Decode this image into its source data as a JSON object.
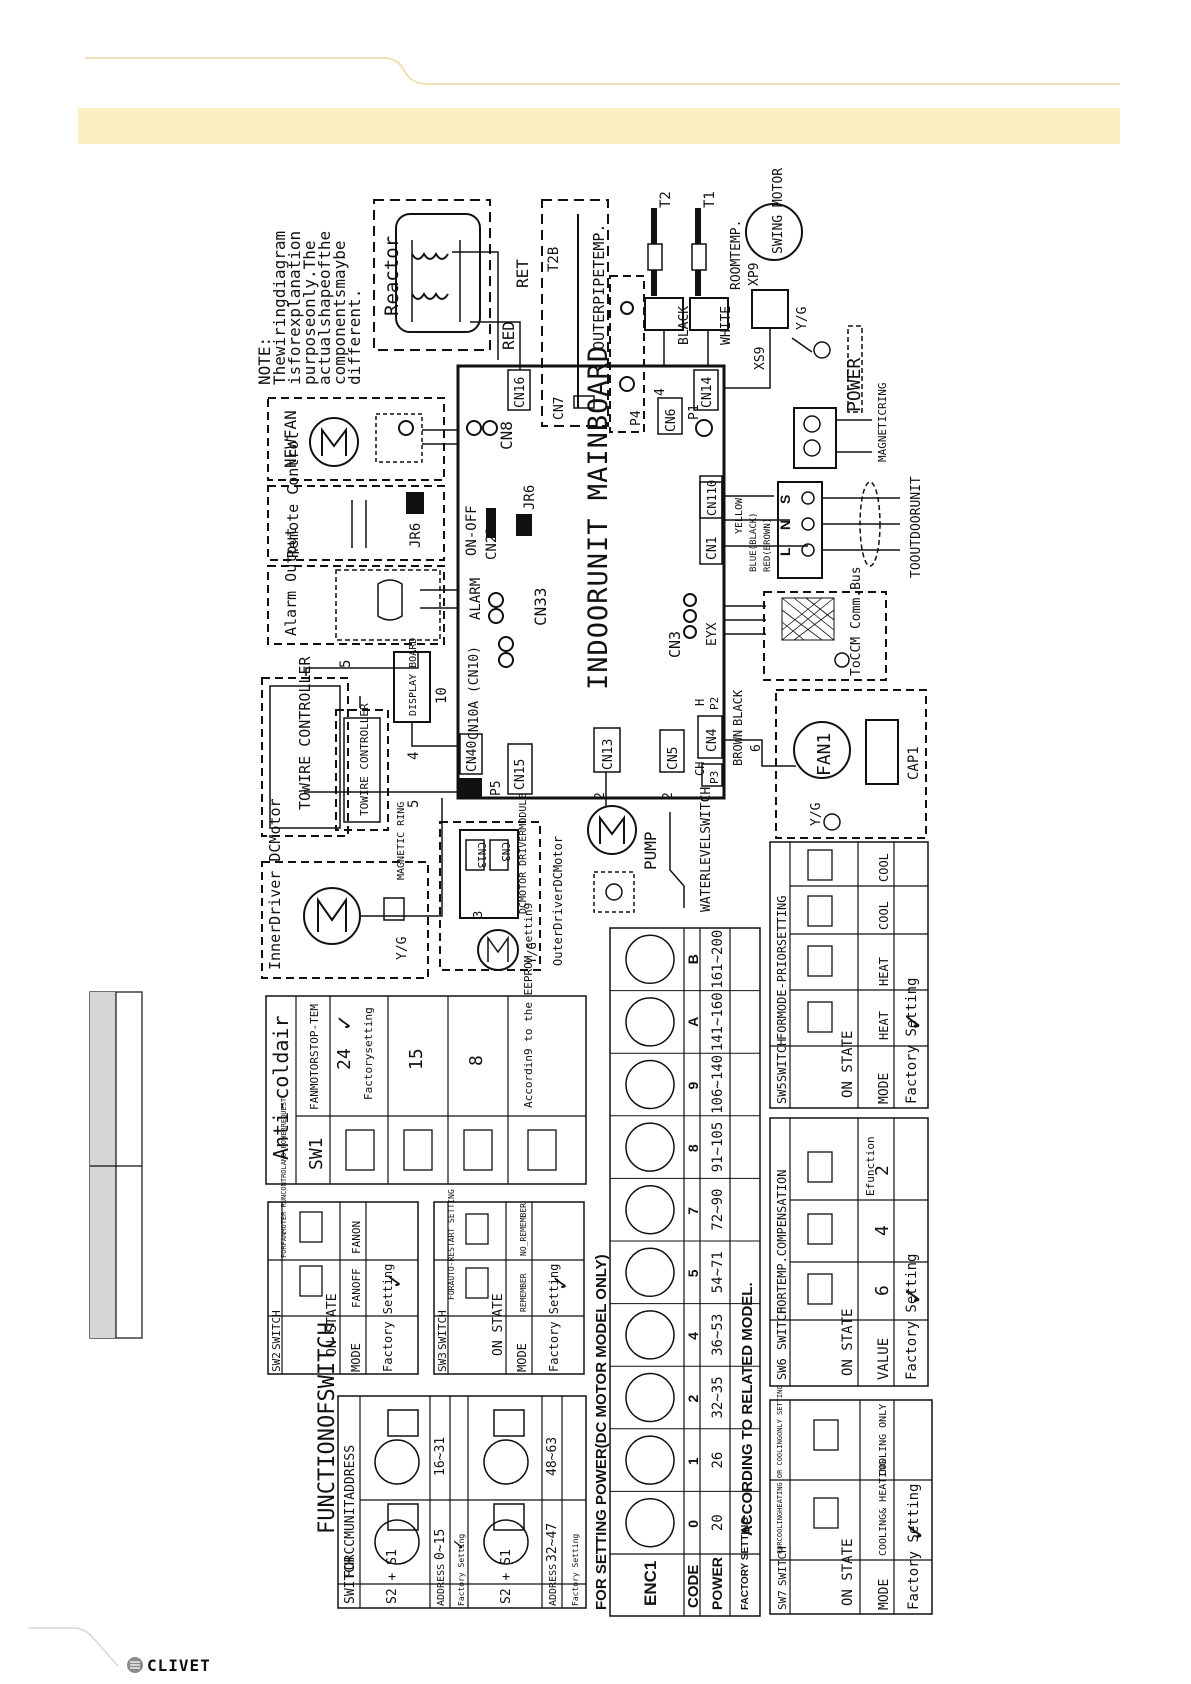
{
  "brand": {
    "logo_text": "CLIVET",
    "accent_color": "#fcefc4",
    "line_color": "#ecd9a0"
  },
  "note": [
    "NOTE:",
    "Thewiringdiagram",
    "isforexplanation",
    "purposeonly.The",
    "actualshapeofthe",
    "componentsmaybe",
    "different."
  ],
  "components": {
    "reactor": "Reactor",
    "newfan": "NEWFAN",
    "remote_control": "Remote Control",
    "jr6": "JR6",
    "alarm_output": "Alarm Output",
    "display_board": "DISPLAY BOARD",
    "towire_controller": "TOWIRE CONTROLLER",
    "inner_driver": "InnerDriver DCMotor",
    "magnetic_ring": "MAGNETIC RING",
    "dc_motor_driver": "DCMOTOR DRIVERMODULE",
    "outer_driver": "OuterDriverDCMotor",
    "pump": "PUMP",
    "water_level_switch": "WATERLEVELSWITCH",
    "fan1": "FAN1",
    "cap1": "CAP1",
    "to_ccm": "ToCCM Comm.Bus",
    "to_outdoor": "TOOUTDOORUNIT",
    "magnetic_ring_power": "MAGNETICRING",
    "power": "POWER",
    "outer_pipe_temp": "OUTERPIPETEMP.",
    "room_temp": "ROOMTEMP.",
    "swing_motor": "SWING MOTOR",
    "mainboard": "INDOORUNIT MAINBOARD"
  },
  "connectors": {
    "cn16": "CN16",
    "cn8": "CN8",
    "cn7": "CN7",
    "cn6": "CN6",
    "cn14": "CN14",
    "p4": "P4",
    "p1": "P1",
    "xs9": "XS9",
    "xp9": "XP9",
    "cn23": "CN23",
    "on_off": "ON-OFF",
    "jr6_board": "JR6",
    "alarm": "ALARM",
    "cn33": "CN33",
    "cn10a": "CN10A (CN10)",
    "cn40": "CN40",
    "cn15": "CN15",
    "p5": "P5",
    "cn13": "CN13",
    "cn5": "CN5",
    "cn4": "CN4",
    "cn3": "CN3",
    "eyx": "EYX",
    "cn1": "CN1",
    "cn110": "CN110",
    "p2": "P2",
    "p3": "P3",
    "h": "H",
    "ch": "CH",
    "cn13_driver": "CN13",
    "cn3_driver": "CN3",
    "t2b": "T2B",
    "t2": "T2",
    "t1": "T1"
  },
  "wire_labels": {
    "red": "RED",
    "ret": "RET",
    "black": "BLACK",
    "white": "WHITE",
    "yg": "Y/G",
    "yellow": "YELLOW",
    "blue_black": "BLUE(BLACK)",
    "red_brown": "RED(BROWN)",
    "brown": "BROWN",
    "terminals": [
      "L",
      "N",
      "S"
    ],
    "n5a": "5",
    "n10": "10",
    "n4a": "4",
    "n5b": "5",
    "n3": "3",
    "n2a": "2",
    "n2b": "2",
    "n4b": "4",
    "n6": "6"
  },
  "title_box": [
    "",
    ""
  ],
  "function_of_switch": {
    "title": "FUNCTIONOFSWITCH",
    "header_switch": "SWITCH",
    "header_func": "FORCCMUNITADDRESS",
    "s2s1": "S2 + S1",
    "rows": [
      {
        "label": "ADDRESS",
        "a": "0~15",
        "b": "16~31"
      },
      {
        "label": "Factory Setting",
        "a": "✓",
        "b": ""
      },
      {
        "label": "ADDRESS",
        "a": "32~47",
        "b": "48~63"
      },
      {
        "label": "Factory Setting",
        "a": "",
        "b": ""
      }
    ]
  },
  "sw2": {
    "name": "SW2",
    "switch": "SWITCH",
    "func": "FORFANMOTER RUNCONTROLAND POWERREQUEST",
    "state": "ON STATE",
    "mode": "MODE",
    "mode_a": "FANOFF",
    "mode_b": "FANON",
    "factory": "Factory Setting",
    "check": "✓"
  },
  "sw3": {
    "name": "SW3",
    "switch": "SWITCH",
    "func": "FORAUTO-RESTART SETTING",
    "state": "ON STATE",
    "mode": "MODE",
    "mode_a": "REMEMBER",
    "mode_b": "NO_REMEMBER",
    "factory": "Factory Setting",
    "check": "✓"
  },
  "sw1": {
    "title": "Anti-coldair",
    "name": "SW1",
    "func": "FANMOTORSTOP-TEM",
    "values": [
      "24",
      "15",
      "8",
      "Accordin9 to the EEPROM settin9"
    ],
    "factory": "Factorysetting",
    "check": "✓"
  },
  "power_table": {
    "title": "FOR SETTING POWER(DC MOTOR MODEL ONLY)",
    "enc": "ENC1",
    "code_label": "CODE",
    "power_label": "POWER",
    "factory_label": "FACTORY SETTING",
    "codes": [
      "0",
      "1",
      "2",
      "4",
      "5",
      "7",
      "8",
      "9",
      "A",
      "B"
    ],
    "powers": [
      "20",
      "26",
      "32~35",
      "36~53",
      "54~71",
      "72~90",
      "91~105",
      "106~140",
      "141~160",
      "161~200"
    ],
    "factory_note": "ACCORDING TO RELATED MODEL."
  },
  "sw7": {
    "name": "SW7",
    "switch": "SWITCH",
    "func": "FORCOOLINGHEATING OR COOLINGONLY SETTING",
    "state": "ON STATE",
    "mode": "MODE",
    "mode_a": "COOLING& HEATING",
    "mode_b": "COOLING ONLY",
    "factory": "Factory Setting",
    "check": "✓"
  },
  "sw6": {
    "name": "SW6",
    "switch": "SWITCH",
    "func": "FORTEMP.COMPENSATION",
    "state": "ON STATE",
    "value": "VALUE",
    "values": [
      "6",
      "4",
      "2",
      "Efunction"
    ],
    "factory": "Factory Setting",
    "check": "✓"
  },
  "sw5": {
    "name": "SW5",
    "switch": "SWITCH",
    "func": "FORMODE-PRIORSETTING",
    "state": "ON STATE",
    "mode": "MODE",
    "modes": [
      "HEAT",
      "HEAT",
      "COOL",
      "COOL"
    ],
    "factory": "Factory Setting",
    "check": "✓"
  }
}
